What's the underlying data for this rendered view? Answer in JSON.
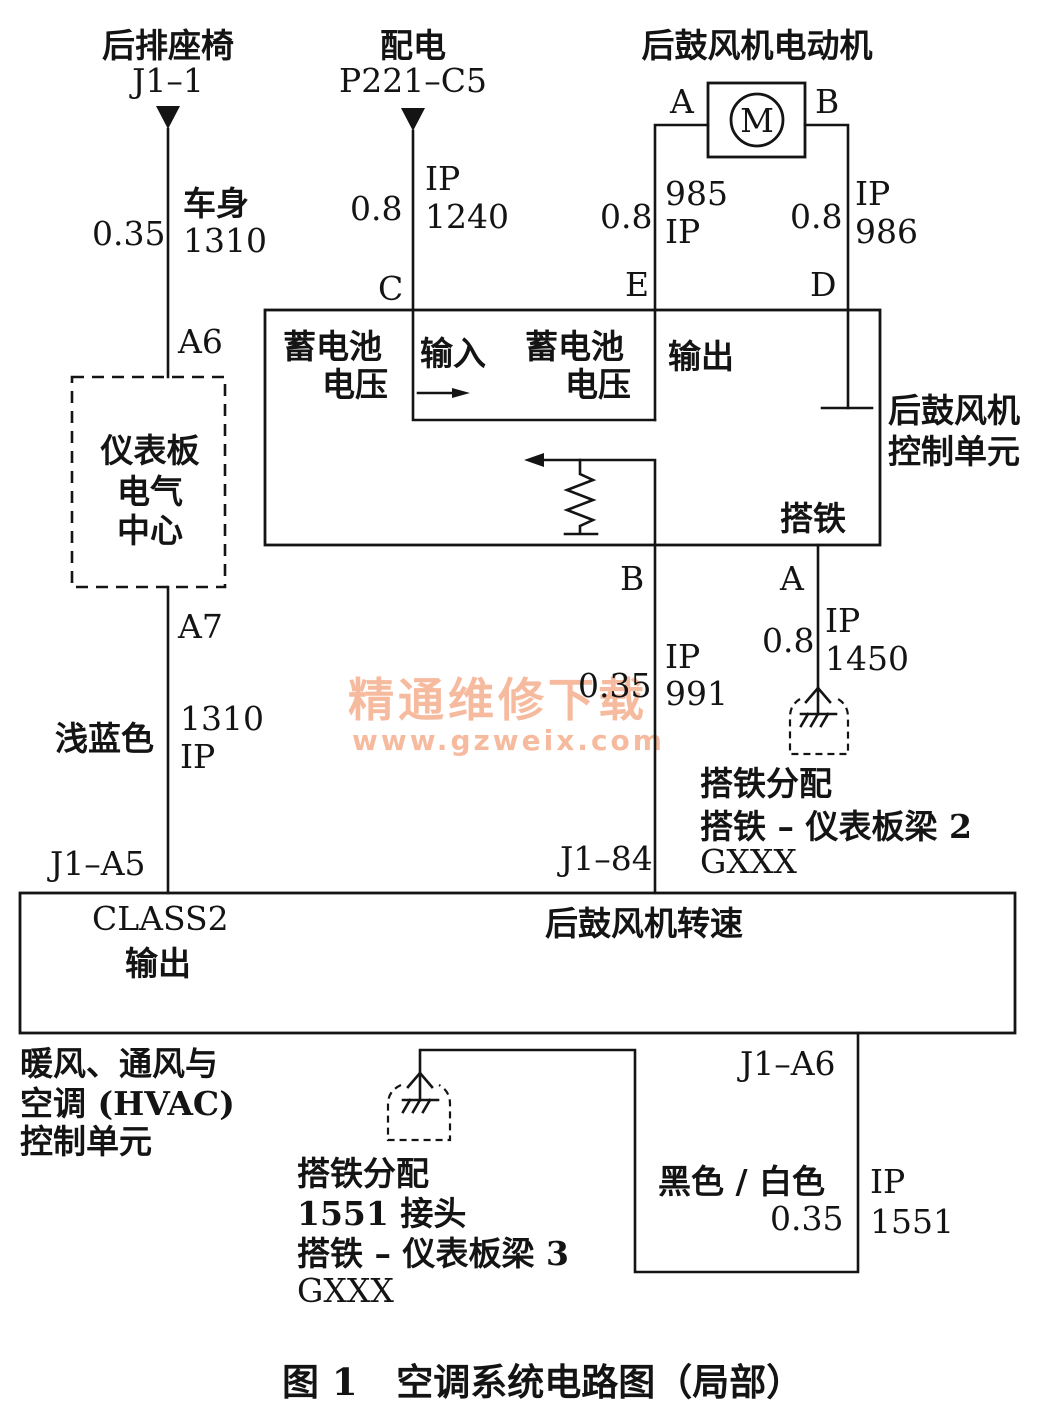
{
  "rear_seat": {
    "name": "后排座椅",
    "pin": "J1–1"
  },
  "power_dist": {
    "name": "配电",
    "pin": "P221–C5"
  },
  "motor": {
    "name": "后鼓风机电动机",
    "symbol": "M",
    "pin_a": "A",
    "pin_b": "B"
  },
  "wire_1310_upper": {
    "gauge": "0.35",
    "harness": "车身",
    "circuit": "1310"
  },
  "wire_1240": {
    "gauge": "0.8",
    "harness": "IP",
    "circuit": "1240"
  },
  "wire_985": {
    "gauge": "0.8",
    "circuit": "985",
    "harness": "IP"
  },
  "wire_986": {
    "gauge": "0.8",
    "harness": "IP",
    "circuit": "986"
  },
  "ip_center": {
    "pin_top": "A6",
    "pin_bottom": "A7",
    "name_lines": [
      "仪表板",
      "电气",
      "中心"
    ]
  },
  "blower_module": {
    "pin_c": "C",
    "pin_e": "E",
    "pin_d": "D",
    "pin_b": "B",
    "pin_a": "A",
    "batt_in_lines": [
      "蓄电池",
      "电压"
    ],
    "input": "输入",
    "batt_out_lines": [
      "蓄电池",
      "电压"
    ],
    "output": "输出",
    "name_lines": [
      "后鼓风机",
      "控制单元"
    ],
    "ground": "搭铁"
  },
  "wire_1310_lower": {
    "color": "浅蓝色",
    "circuit": "1310",
    "harness": "IP"
  },
  "wire_991": {
    "gauge": "0.35",
    "harness": "IP",
    "circuit": "991"
  },
  "wire_1450": {
    "gauge": "0.8",
    "harness": "IP",
    "circuit": "1450"
  },
  "ground_1": {
    "lines": [
      "搭铁分配",
      "搭铁 – 仪表板梁 2",
      "GXXX"
    ]
  },
  "hvac": {
    "pin_a5": "J1–A5",
    "pin_84": "J1–84",
    "pin_a6": "J1–A6",
    "class2_lines": [
      "CLASS2",
      "输出"
    ],
    "speed": "后鼓风机转速",
    "name_lines": [
      "暖风、通风与",
      "空调 (HVAC)",
      "控制单元"
    ]
  },
  "wire_1551": {
    "color": "黑色 / 白色",
    "gauge": "0.35",
    "harness": "IP",
    "circuit": "1551"
  },
  "ground_2": {
    "lines": [
      "搭铁分配",
      "1551 接头",
      "搭铁 – 仪表板梁 3",
      "GXXX"
    ]
  },
  "caption": "图 1   空调系统电路图（局部）",
  "watermark": {
    "cn": "精通维修下载",
    "url": "www.gzweix.com",
    "color": "#f3a57f"
  }
}
